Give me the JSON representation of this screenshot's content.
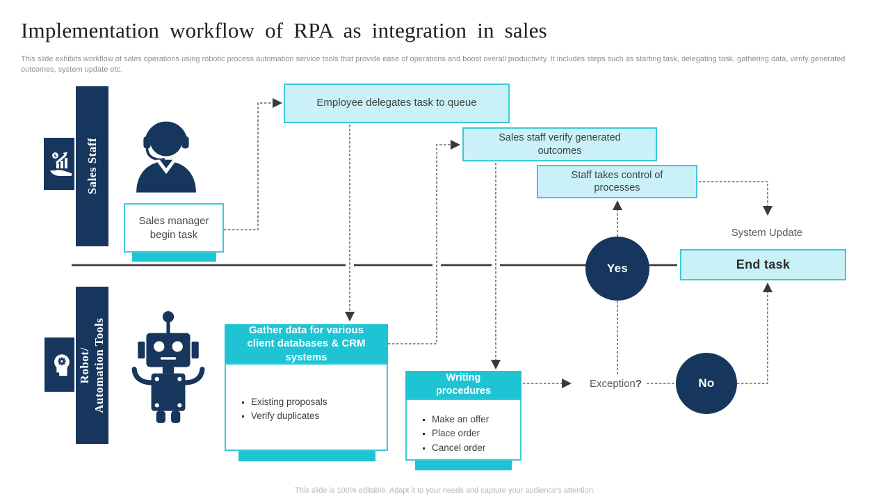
{
  "slide": {
    "title": "Implementation workflow of RPA as integration in sales",
    "subtitle": "This slide exhibits workflow of sales operations using robotic process automation service tools that provide ease of operations and boost overall productivity. It includes steps such as starting task, delegating task, gathering data, verify generated outcomes, system update etc.",
    "footer": "This slide is 100% editable. Adapt it to your needs and capture your audience's attention."
  },
  "colors": {
    "navy": "#17365d",
    "teal": "#1ec4d4",
    "light_cyan_fill": "#c9f1f7",
    "cyan_border": "#3cc9d9",
    "connector_line": "#4a4a4a"
  },
  "lanes": [
    {
      "label_lines": [
        "Sales Staff"
      ],
      "icon": "hand-growth-icon"
    },
    {
      "label_lines": [
        "Robot/",
        "Automation Tools"
      ],
      "icon": "head-gear-icon"
    }
  ],
  "nodes": {
    "sales_manager": {
      "label": "Sales manager begin task"
    },
    "employee_delegates": {
      "label": "Employee delegates task to queue"
    },
    "sales_staff_verify": {
      "label": "Sales staff verify generated outcomes"
    },
    "staff_takes_control": {
      "label": "Staff takes control of processes"
    },
    "gather_data": {
      "title": "Gather data for various client databases & CRM systems",
      "items": [
        "Existing proposals",
        "Verify duplicates"
      ]
    },
    "writing_procedures": {
      "title": "Writing procedures",
      "items": [
        "Make an offer",
        "Place order",
        "Cancel order"
      ]
    },
    "exception": {
      "text": "Exception",
      "mark": "?"
    },
    "yes": {
      "label": "Yes"
    },
    "no": {
      "label": "No"
    },
    "system_update": {
      "label": "System Update"
    },
    "end_task": {
      "label": "End task"
    }
  }
}
